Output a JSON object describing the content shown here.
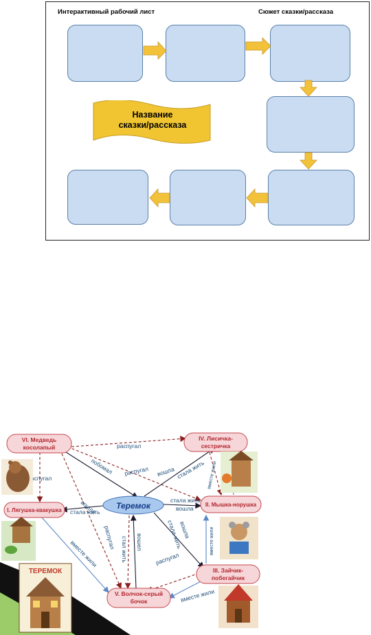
{
  "worksheet": {
    "title_left": "Интерактивный рабочий лист",
    "title_right": "Сюжет сказки/рассказа",
    "banner_line1": "Название",
    "banner_line2": "сказки/рассказа"
  },
  "diagram": {
    "center": "Теремок",
    "nodes": {
      "n6_line1": "VI. Медведь",
      "n6_line2": "косолапый",
      "n4_line1": "IV. Лисичка-",
      "n4_line2": "сестричка",
      "n1": "I. Лягушка-квакушка",
      "n2": "II. Мышка-норушка",
      "n3_line1": "III. Зайчик-",
      "n3_line2": "побегайчик",
      "n5_line1": "V. Волчок-серый",
      "n5_line2": "бочок"
    },
    "edge_labels": {
      "razpugal_top": "распугал",
      "razpugal_left": "распугал",
      "razpugal_center": "распугал",
      "razpugal_diag": "распугал",
      "razpugal_lower": "распугал",
      "pobomal": "побомал",
      "voshla_top": "вошла",
      "voshla_mid": "вошла",
      "voshla_right": "вошла",
      "voshla_n1": "вошла",
      "voshel": "вошел",
      "stala_zhit_top": "стала жить",
      "stala_zhit_n1": "стала жить",
      "stala_zhit_n2": "стала жить",
      "stala_zhit_n3": "стала жить",
      "stal_zhit": "стал жить",
      "vmeste_zhili_left": "вместе жили",
      "vmeste_zhili_bottom": "вместе жили",
      "vmeste_zhili_right": "вместе жили",
      "vmeste_zhili_top": "вместе жили"
    },
    "book_title": "ТЕРЕМОК"
  },
  "colors": {
    "box_fill": "#c9dcf2",
    "box_border": "#5a7fa8",
    "arrow": "#f2c23a",
    "banner": "#f0c531",
    "node_fill": "#f6d6d8",
    "node_border": "#c5474f",
    "node_text": "#b3262f",
    "center_fill": "#a8c8ee",
    "center_text": "#153b86",
    "edge_dark": "#1a1a2e",
    "edge_red": "#8b1f1f",
    "edge_blue": "#5b87c5",
    "label_text": "#1f4e79",
    "green": "#9ccc6a"
  }
}
